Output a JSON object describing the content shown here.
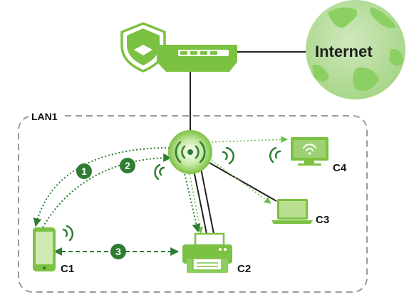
{
  "internet": {
    "label": "Internet"
  },
  "lan": {
    "label": "LAN1"
  },
  "devices": {
    "c1": {
      "label": "C1",
      "icon": "smartphone-icon"
    },
    "c2": {
      "label": "C2",
      "icon": "printer-icon"
    },
    "c3": {
      "label": "C3",
      "icon": "laptop-icon"
    },
    "c4": {
      "label": "C4",
      "icon": "tv-icon"
    }
  },
  "steps": [
    {
      "label": "1"
    },
    {
      "label": "2"
    },
    {
      "label": "3"
    }
  ],
  "colors": {
    "green": "#7cc242",
    "green_light": "#d4ecb9",
    "green_dark": "#2e7d32",
    "line": "#222222"
  }
}
